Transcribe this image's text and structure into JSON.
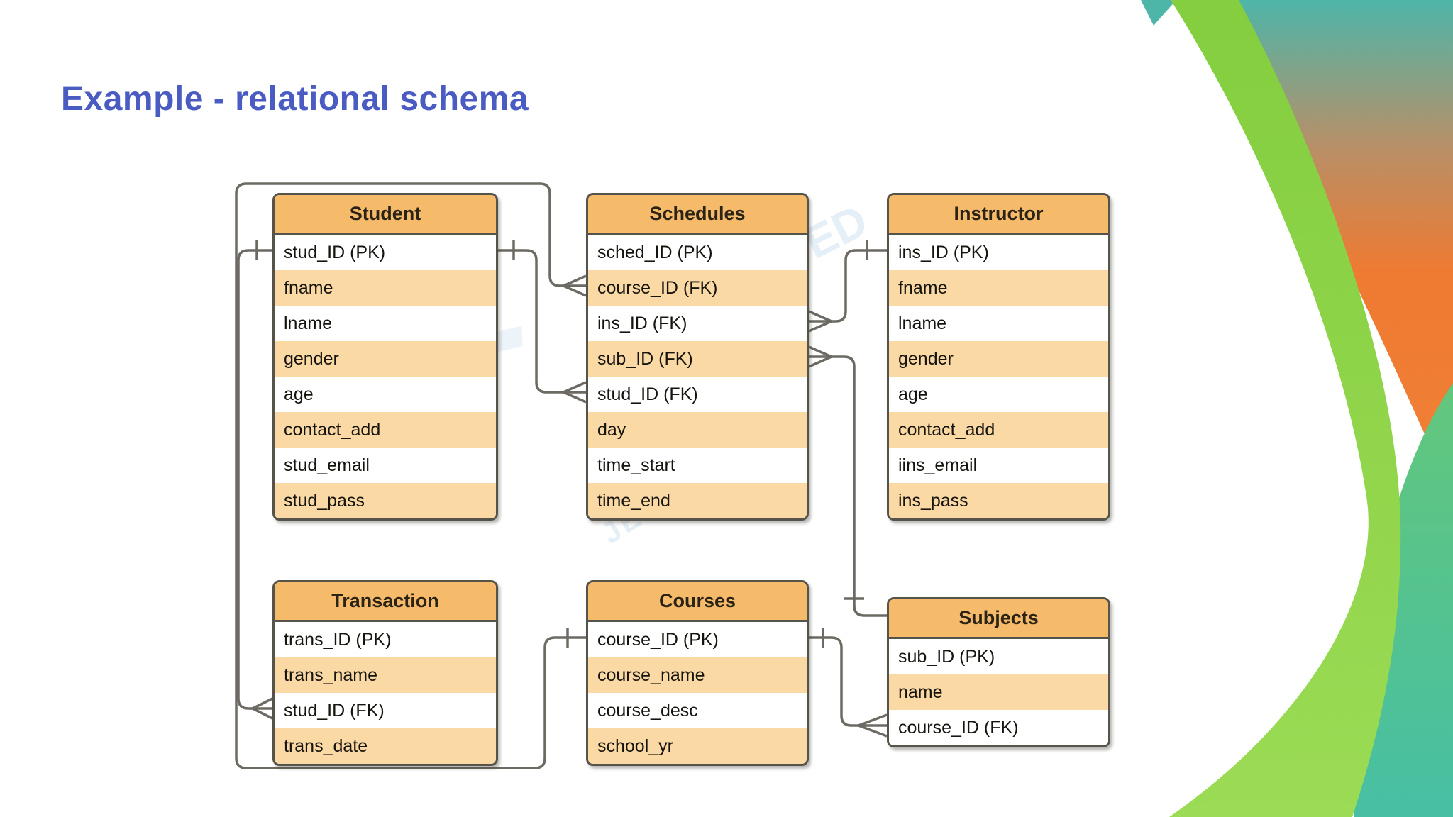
{
  "slide": {
    "title": "Example - relational schema"
  },
  "colors": {
    "title_blue": "#4a5cc2",
    "table_header_fill": "#f6ba6b",
    "row_alt_fill": "#fbd9a4",
    "row_fill": "#ffffff",
    "table_border": "#55534a",
    "connector_gray": "#6c6a62",
    "accent_lime": "#8ed04a",
    "accent_teal": "#4eb5a9",
    "accent_orange": "#ef7a31"
  },
  "watermark": {
    "fragments": [
      "IT",
      "UED",
      "JECTS"
    ]
  },
  "diagram": {
    "tables": [
      {
        "id": "student",
        "name": "Student",
        "fields": [
          {
            "label": "stud_ID (PK)"
          },
          {
            "label": "fname"
          },
          {
            "label": "lname"
          },
          {
            "label": "gender"
          },
          {
            "label": "age"
          },
          {
            "label": "contact_add"
          },
          {
            "label": "stud_email"
          },
          {
            "label": "stud_pass"
          }
        ]
      },
      {
        "id": "schedules",
        "name": "Schedules",
        "fields": [
          {
            "label": "sched_ID (PK)"
          },
          {
            "label": "course_ID (FK)"
          },
          {
            "label": "ins_ID (FK)"
          },
          {
            "label": "sub_ID (FK)"
          },
          {
            "label": "stud_ID (FK)"
          },
          {
            "label": "day"
          },
          {
            "label": "time_start"
          },
          {
            "label": "time_end"
          }
        ]
      },
      {
        "id": "instructor",
        "name": "Instructor",
        "fields": [
          {
            "label": "ins_ID (PK)"
          },
          {
            "label": "fname"
          },
          {
            "label": "lname"
          },
          {
            "label": "gender"
          },
          {
            "label": "age"
          },
          {
            "label": "contact_add"
          },
          {
            "label": "iins_email"
          },
          {
            "label": "ins_pass"
          }
        ]
      },
      {
        "id": "transaction",
        "name": "Transaction",
        "fields": [
          {
            "label": "trans_ID (PK)"
          },
          {
            "label": "trans_name"
          },
          {
            "label": "stud_ID (FK)"
          },
          {
            "label": "trans_date"
          }
        ]
      },
      {
        "id": "courses",
        "name": "Courses",
        "fields": [
          {
            "label": "course_ID (PK)"
          },
          {
            "label": "course_name"
          },
          {
            "label": "course_desc"
          },
          {
            "label": "school_yr"
          }
        ]
      },
      {
        "id": "subjects",
        "name": "Subjects",
        "fields": [
          {
            "label": "sub_ID (PK)"
          },
          {
            "label": "name"
          },
          {
            "label": "course_ID (FK)"
          }
        ]
      }
    ],
    "relationships": [
      {
        "one": "Student.stud_ID",
        "many": "Transaction.stud_ID"
      },
      {
        "one": "Student.stud_ID",
        "many": "Schedules.stud_ID"
      },
      {
        "one": "Courses.course_ID",
        "many": "Schedules.course_ID"
      },
      {
        "one": "Instructor.ins_ID",
        "many": "Schedules.ins_ID"
      },
      {
        "one": "Subjects.sub_ID",
        "many": "Schedules.sub_ID"
      },
      {
        "one": "Courses.course_ID",
        "many": "Subjects.course_ID"
      }
    ]
  }
}
